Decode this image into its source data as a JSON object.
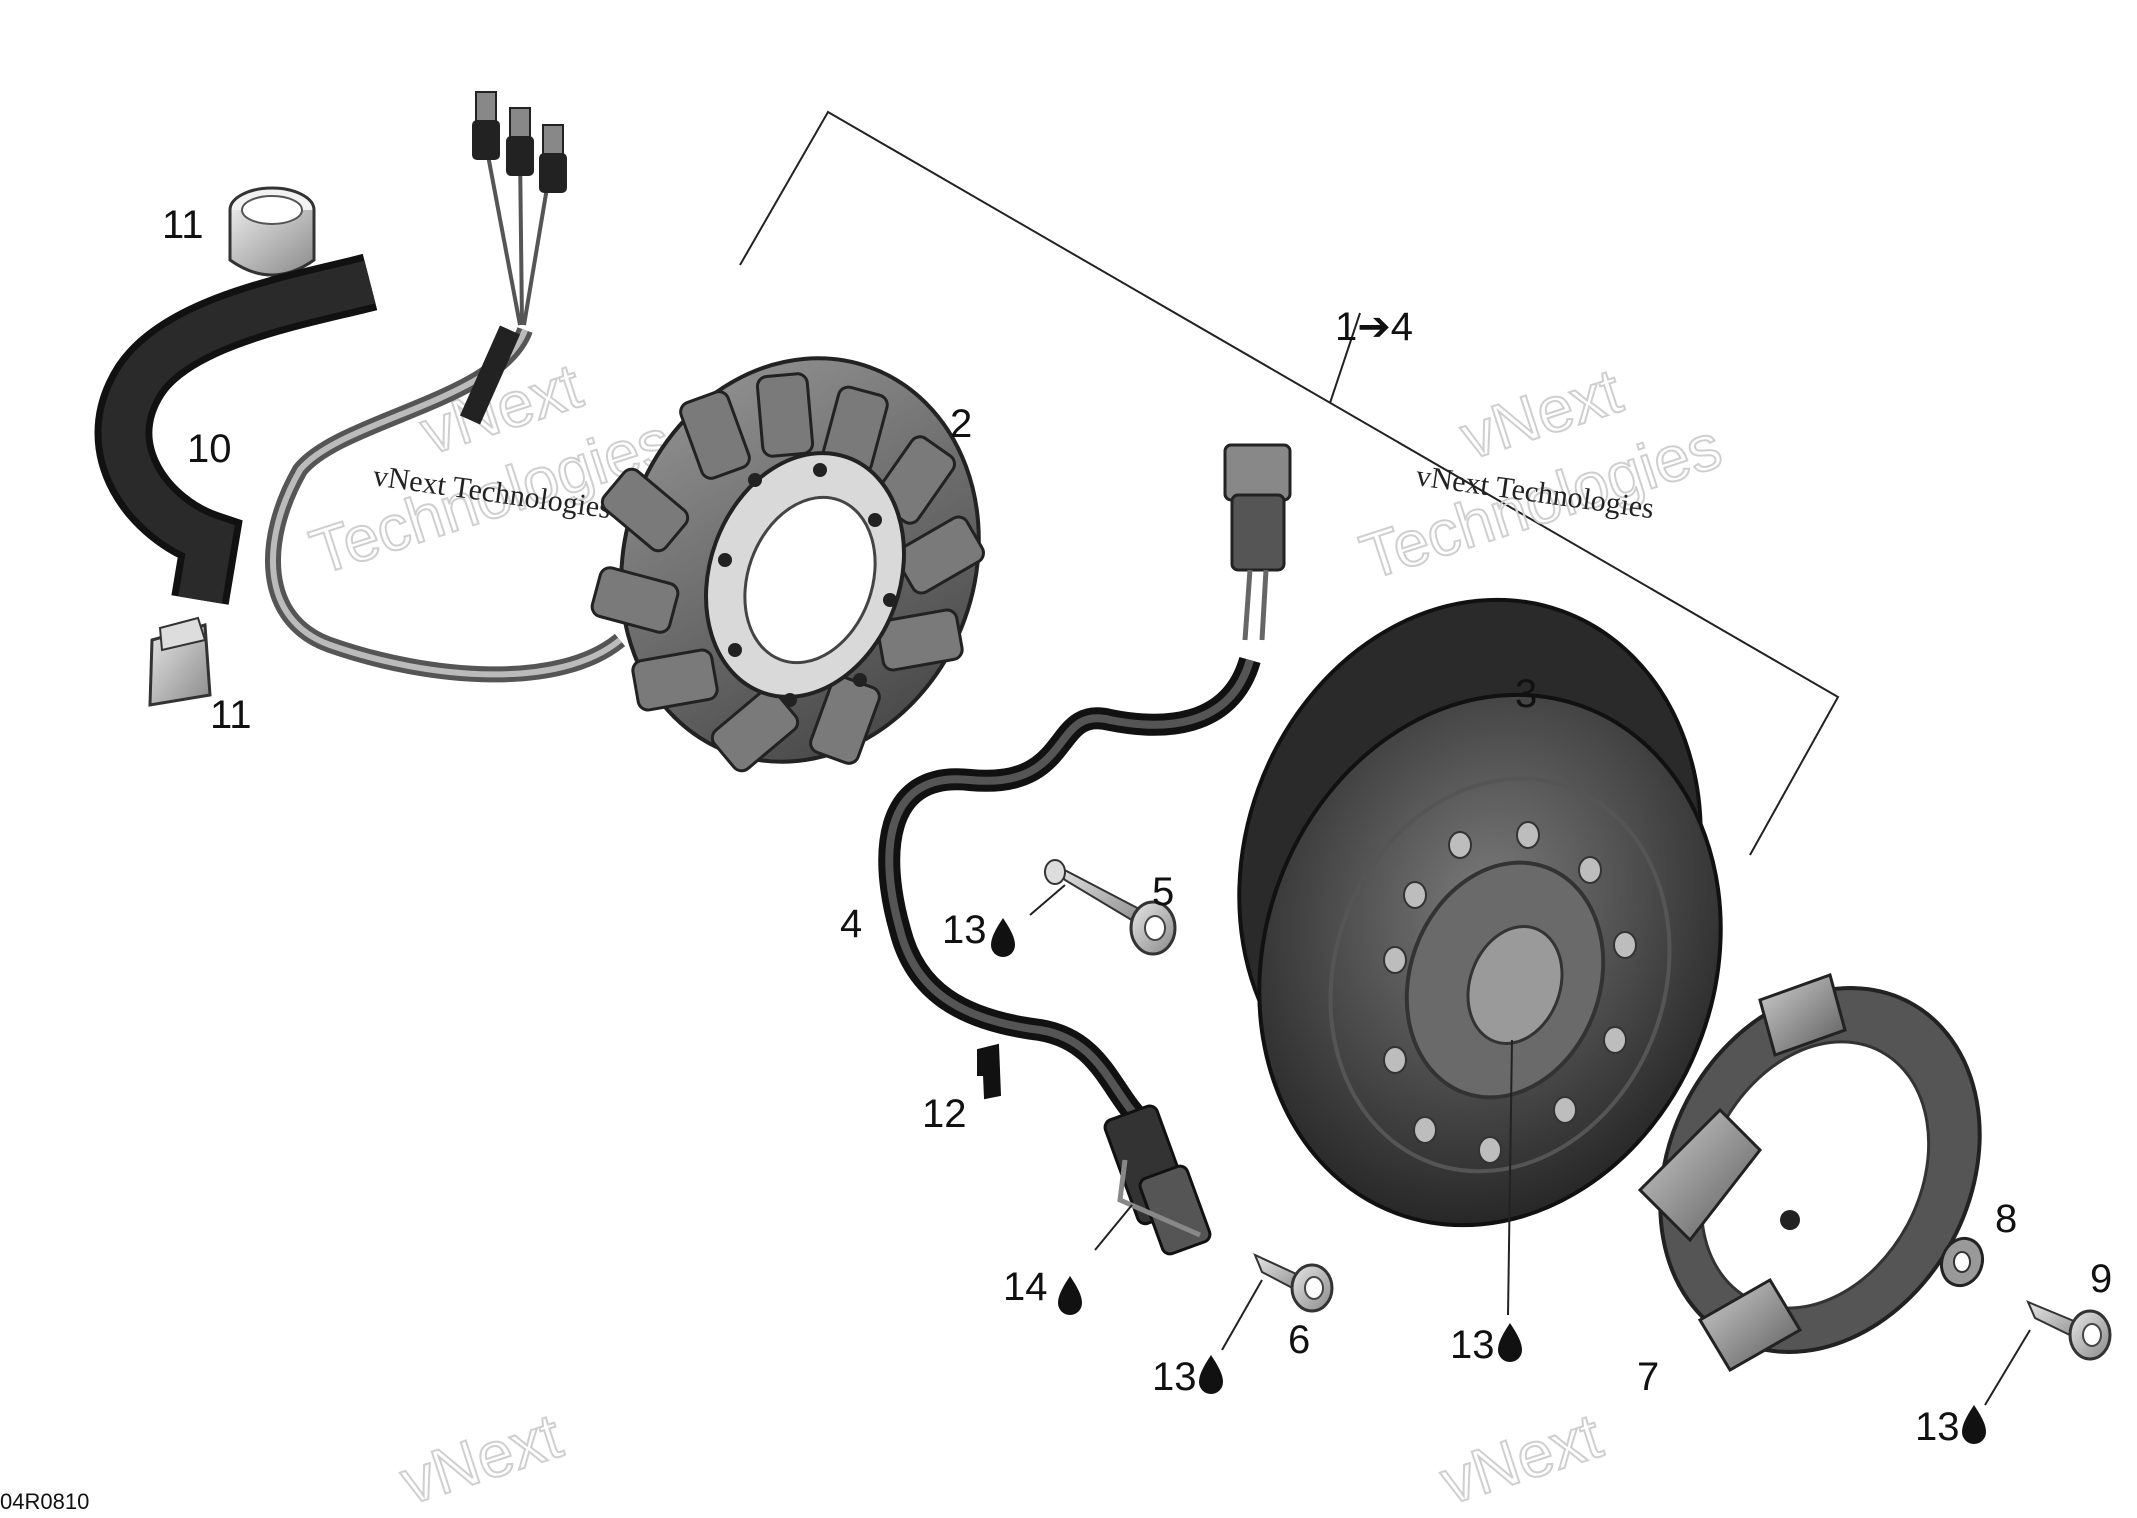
{
  "diagram": {
    "drawing_code": "04R0810",
    "callouts": {
      "assembly": "1➔4",
      "stator": "2",
      "rotor": "3",
      "harness": "4",
      "screw_5": "5",
      "screw_6": "6",
      "cover": "7",
      "washer": "8",
      "screw_9": "9",
      "hose": "10",
      "clamp_top": "11",
      "clamp_bottom": "11",
      "clip": "12",
      "loctite_a": "13",
      "loctite_b": "13",
      "loctite_c": "13",
      "loctite_d": "13",
      "grease": "14"
    },
    "watermark": {
      "brand": "vNext",
      "word": "Technologies",
      "full": "vNext Technologies"
    }
  },
  "colors": {
    "ink": "#111111",
    "part_dark": "#3a3a3a",
    "part_mid": "#6b6b6b",
    "part_light": "#bdbdbd",
    "watermark": "#cfcfcf"
  }
}
